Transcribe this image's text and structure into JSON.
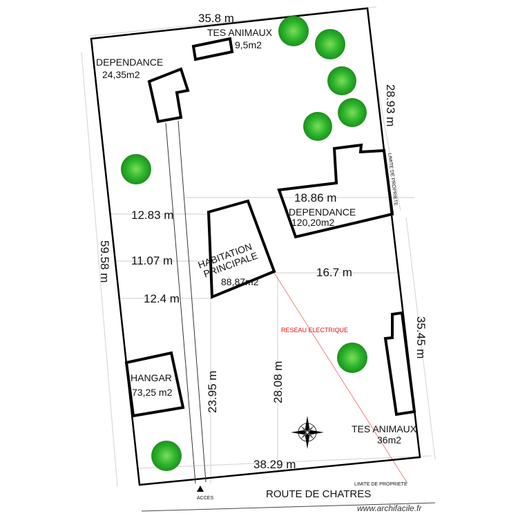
{
  "dimensions": {
    "top": "35.8 m",
    "right_upper": "28.93 m",
    "left": "59.58 m",
    "right_lower": "35.45 m",
    "bottom": "38.29 m",
    "row1": "12.83 m",
    "row2": "11.07 m",
    "row3": "12.4 m",
    "dep_width": "18.86 m",
    "to_right": "16.7 m",
    "vertical1": "23.95 m",
    "vertical2": "28.08 m"
  },
  "buildings": {
    "tes_animaux_top": {
      "name": "TES ANIMAUX",
      "area": "9,5m2"
    },
    "dependance_small": {
      "name": "DEPENDANCE",
      "area": "24,35m2"
    },
    "dependance_large": {
      "name": "DEPENDANCE",
      "area": "120,20m2"
    },
    "habitation": {
      "line1": "HABITATION",
      "line2": "PRINCIPALE",
      "area": "88,87m2"
    },
    "hangar": {
      "name": "HANGAR",
      "area": "73,25 m2"
    },
    "tes_animaux_bottom": {
      "name": "TES ANIMAUX",
      "area": "36m2"
    }
  },
  "labels": {
    "limite_right": "LIMITE DE PROPRIETE",
    "limite_bottom": "LIMITE DE PROPRIETE",
    "reseau": "RESEAU ELECTRIQUE",
    "road": "ROUTE DE CHATRES",
    "acces": "ACCES",
    "watermark": "www.archifacile.fr"
  },
  "colors": {
    "tree": "#2bb52b",
    "reseau": "#e01010"
  }
}
